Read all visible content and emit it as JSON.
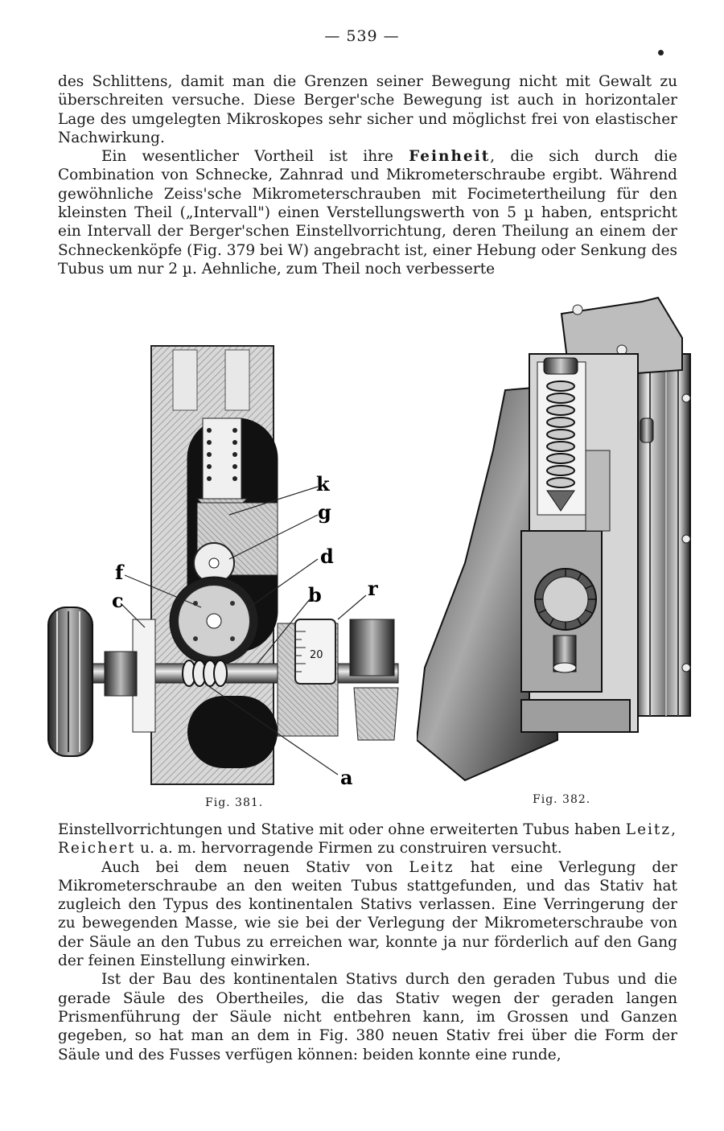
{
  "page_number": "— 539 —",
  "top_text": {
    "p1": "des Schlittens, damit man die Grenzen seiner Bewegung nicht mit Gewalt zu überschreiten versuche. Diese Berger'sche Bewegung ist auch in horizontaler Lage des umgelegten Mikroskopes sehr sicher und möglichst frei von elastischer Nachwirkung.",
    "p2_a": "Ein wesentlicher Vortheil ist ihre ",
    "p2_b": "Feinheit",
    "p2_c": ", die sich durch die Combination von Schnecke, Zahnrad und Mikrometerschraube ergibt. Während gewöhnliche Zeiss'sche Mikrometerschrauben mit Focimetertheilung für den kleinsten Theil („Intervall\") einen Verstellungswerth von 5 µ haben, entspricht ein Intervall der Berger'schen Einstellvorrichtung, deren Theilung an einem der Schneckenköpfe (Fig. 379 bei W) angebracht ist, einer Hebung oder Senkung des Tubus um nur 2 µ. Aehnliche, zum Theil noch verbesserte"
  },
  "figures": {
    "fig381": {
      "caption": "Fig. 381.",
      "labels": {
        "k": "k",
        "g": "g",
        "d": "d",
        "f": "f",
        "c": "c",
        "b": "b",
        "r": "r",
        "a": "a"
      },
      "scale_value": "20"
    },
    "fig382": {
      "caption": "Fig. 382."
    }
  },
  "bottom_text": {
    "p1_a": "Einstellvorrichtungen und Stative mit oder ohne erweiterten Tubus haben ",
    "p1_b": "Leitz, Reichert",
    "p1_c": " u. a. m. hervorragende Firmen zu construiren versucht.",
    "p2_a": "Auch bei dem neuen Stativ von ",
    "p2_b": "Leitz",
    "p2_c": " hat eine Verlegung der Mikrometerschraube an den weiten Tubus stattgefunden, und das Stativ hat zugleich den Typus des kontinentalen Stativs verlassen. Eine Verringerung der zu bewegenden Masse, wie sie bei der Verlegung der Mikrometerschraube von der Säule an den Tubus zu erreichen war, konnte ja nur förderlich auf den Gang der feinen Einstellung einwirken.",
    "p3": "Ist der Bau des kontinentalen Stativs durch den geraden Tubus und die gerade Säule des Obertheiles, die das Stativ wegen der geraden langen Prismenführung der Säule nicht entbehren kann, im Grossen und Ganzen gegeben, so hat man an dem in Fig. 380 neuen Stativ frei über die Form der Säule und des Fusses verfügen können: beiden konnte eine runde,"
  }
}
